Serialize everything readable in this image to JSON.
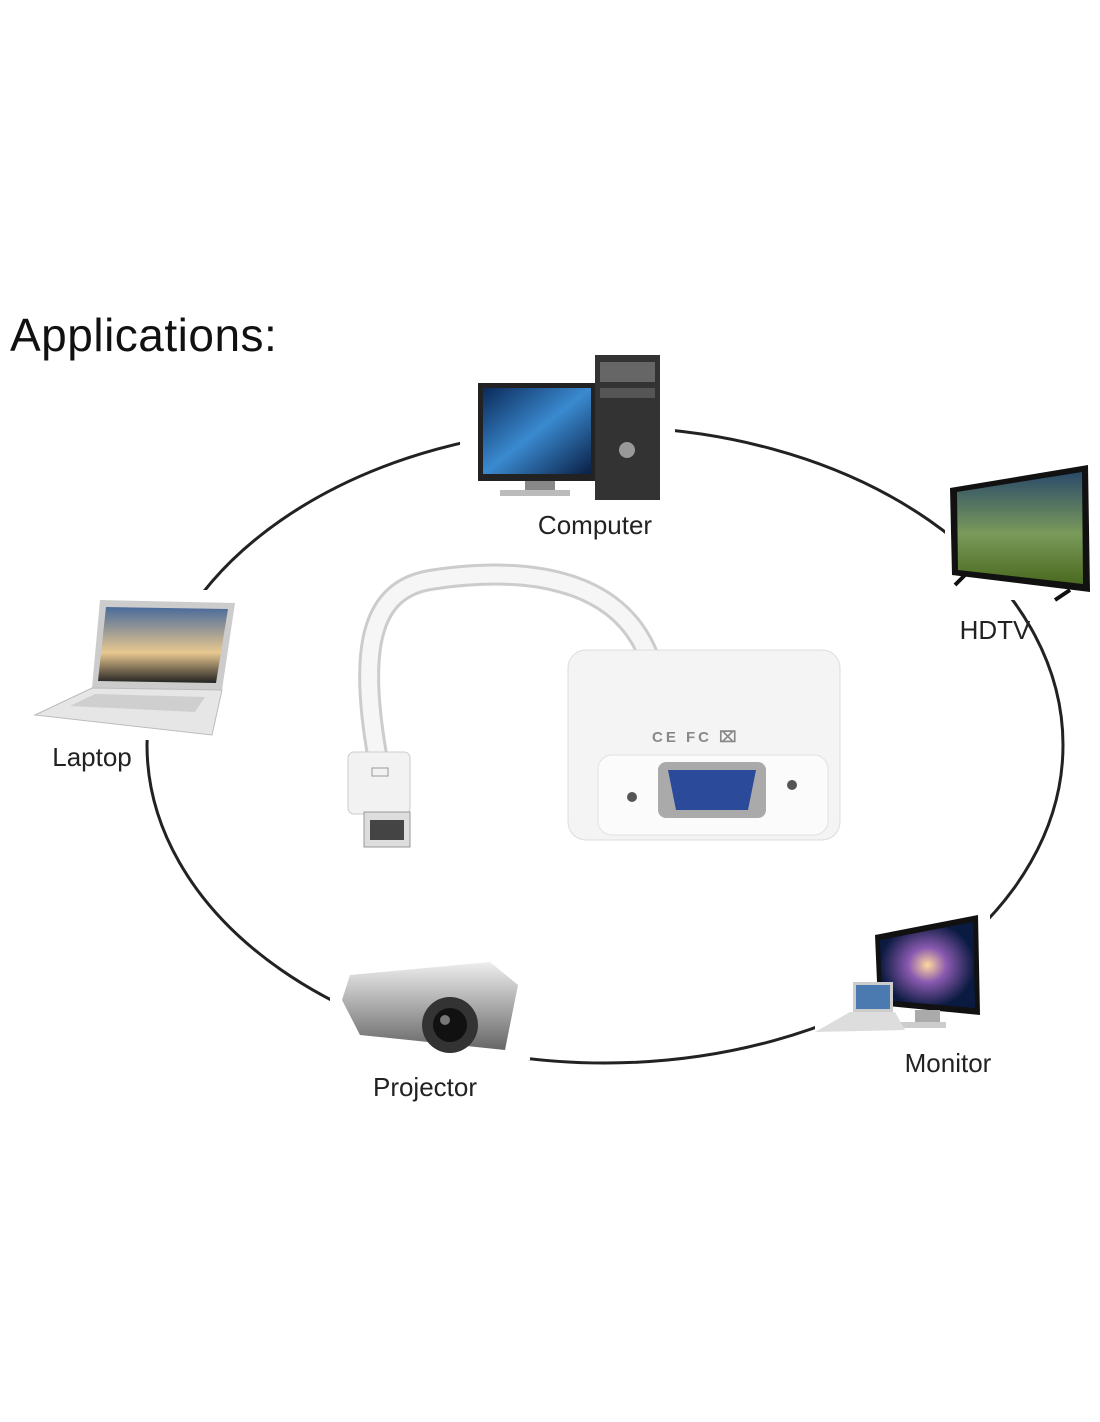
{
  "title": "Applications:",
  "devices": {
    "computer": "Computer",
    "hdtv": "HDTV",
    "laptop": "Laptop",
    "projector": "Projector",
    "monitor": "Monitor"
  },
  "adapter": {
    "certification_marks": "CE FC ⌧"
  },
  "colors": {
    "ring": "#222222",
    "vga_port": "#2b4a9a",
    "adapter_body": "#f4f4f4"
  }
}
